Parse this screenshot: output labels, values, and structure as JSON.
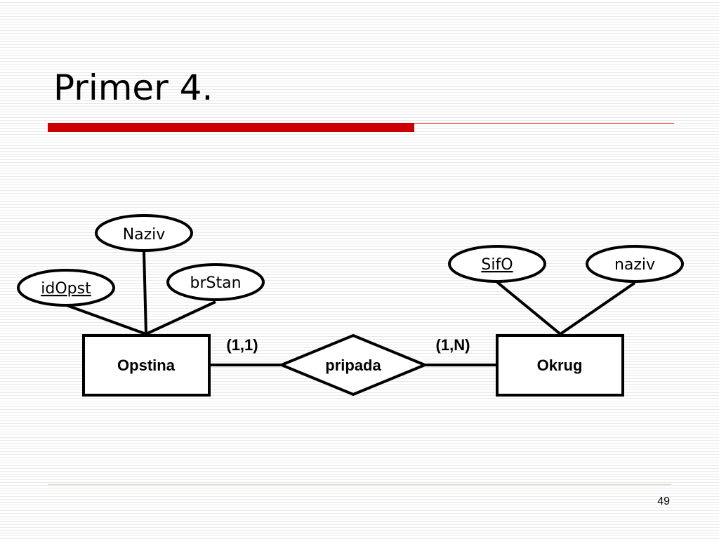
{
  "slide": {
    "title": "Primer 4.",
    "page_number": "49"
  },
  "diagram": {
    "entities": [
      {
        "id": "opstina",
        "label": "Opstina"
      },
      {
        "id": "okrug",
        "label": "Okrug"
      }
    ],
    "relationship": {
      "label": "pripada"
    },
    "cardinalities": {
      "opstina_side": "(1,1)",
      "okrug_side": "(1,N)"
    },
    "attributes": {
      "naziv_opstina": {
        "label": "Naziv",
        "key": false
      },
      "idopst": {
        "label": "idOpst",
        "key": true
      },
      "brstan": {
        "label": "brStan",
        "key": false
      },
      "sifo": {
        "label": "SifO",
        "key": true
      },
      "naziv_okrug": {
        "label": "naziv",
        "key": false
      }
    }
  },
  "colors": {
    "accent": "#cc0000",
    "stroke": "#000000",
    "background": "#ffffff",
    "stripe": "#e9e9e9",
    "footer_line": "#e6c9b9"
  }
}
